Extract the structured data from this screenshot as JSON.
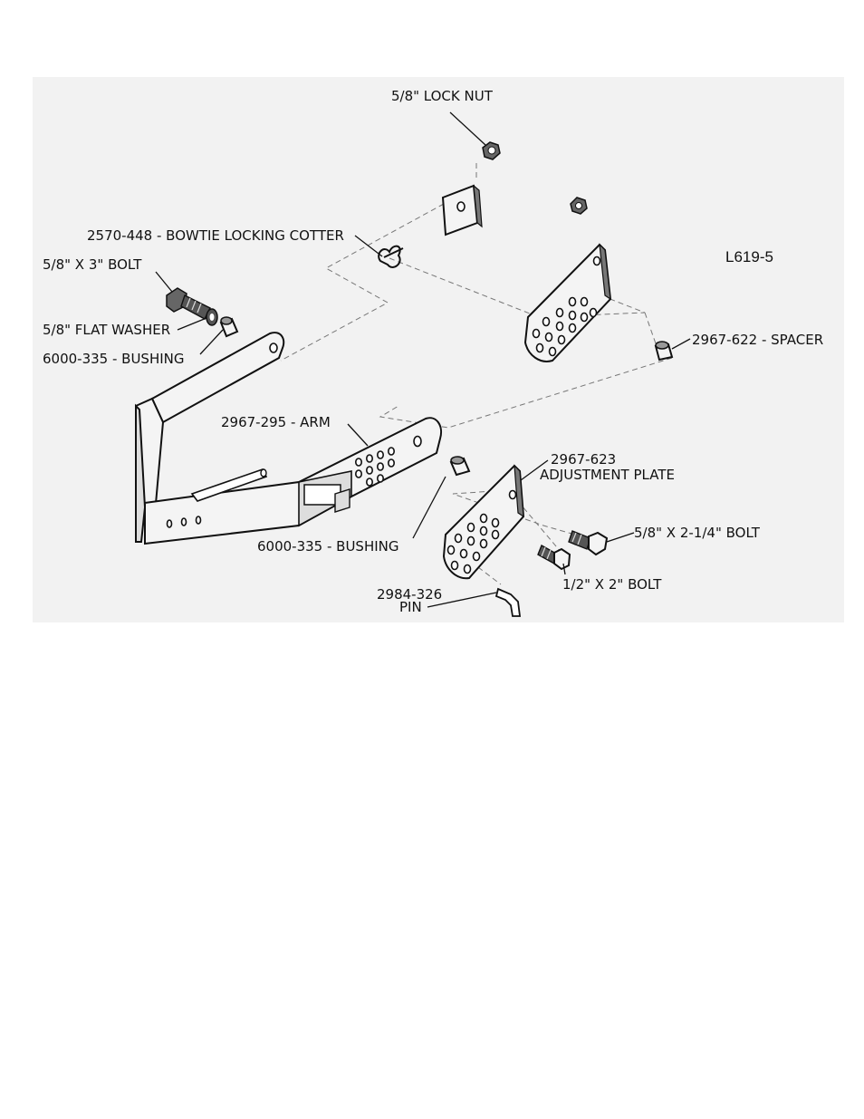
{
  "drawing": {
    "reference": "L619-5",
    "labels": {
      "lock_nut": "5/8\" LOCK NUT",
      "bowtie_cotter": "2570-448 - BOWTIE LOCKING COTTER",
      "bolt_3": "5/8\" X 3\" BOLT",
      "flat_washer": "5/8\" FLAT WASHER",
      "bushing_top": "6000-335 - BUSHING",
      "spacer": "2967-622 - SPACER",
      "arm": "2967-295 - ARM",
      "adj_plate_num": "2967-623",
      "adj_plate_name": "ADJUSTMENT PLATE",
      "bolt_2_25": "5/8\" X 2-1/4\" BOLT",
      "bushing_bottom": "6000-335 - BUSHING",
      "bolt_2": "1/2\" X 2\" BOLT",
      "pin_num": "2984-326",
      "pin_name": "PIN"
    }
  }
}
